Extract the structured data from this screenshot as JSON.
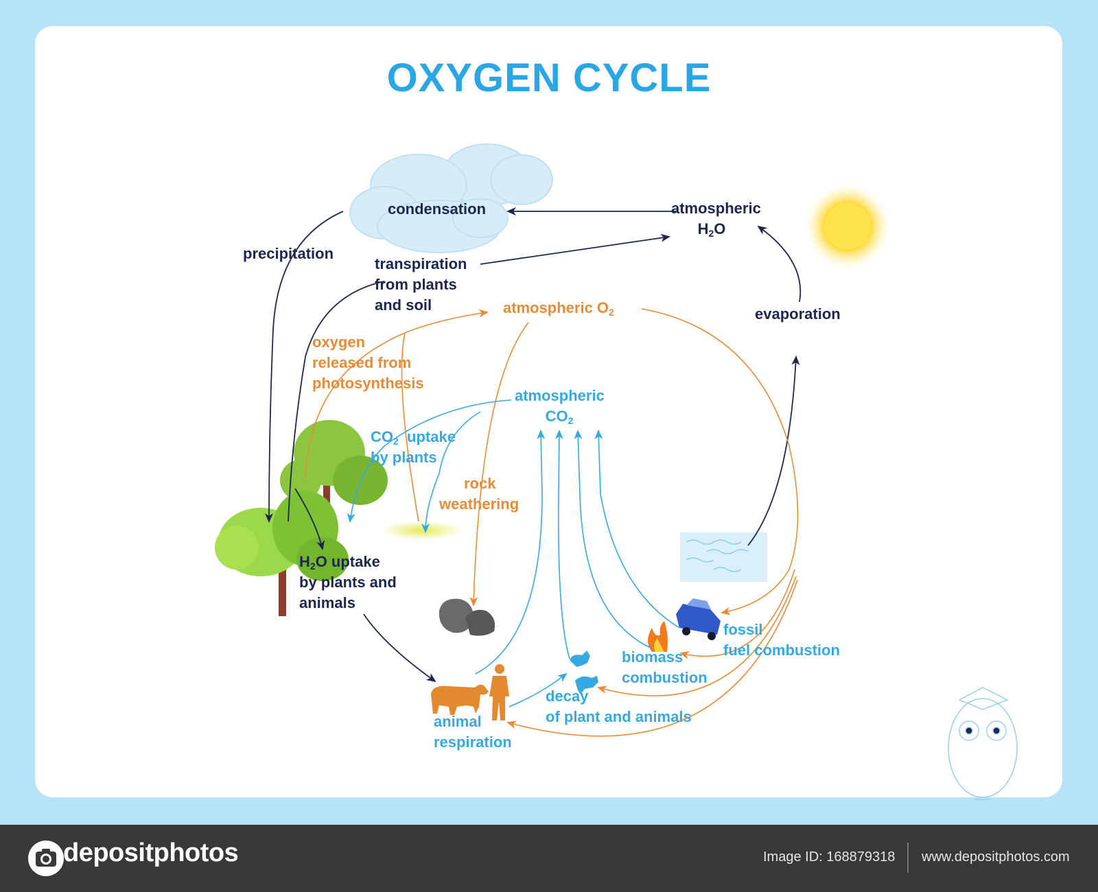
{
  "title": "OXYGEN CYCLE",
  "labels": {
    "condensation": "condensation",
    "atmospheric_h2o_line1": "atmospheric",
    "atmospheric_h2o_line2": "H",
    "precipitation": "precipitation",
    "transpiration": [
      "transpiration",
      "from plants",
      "and soil"
    ],
    "atmospheric_o2": "atmospheric O",
    "evaporation": "evaporation",
    "oxygen_released": [
      "oxygen",
      "released from",
      "photosynthesis"
    ],
    "atmospheric_co2_line1": "atmospheric",
    "atmospheric_co2_line2": "CO",
    "co2_uptake": [
      "CO",
      "uptake",
      "by plants"
    ],
    "rock_weathering": [
      "rock",
      "weathering"
    ],
    "h2o_uptake": [
      "H",
      "O uptake",
      "by plants and",
      "animals"
    ],
    "fossil_fuel": [
      "fossil",
      "fuel combustion"
    ],
    "biomass": [
      "biomass",
      "combustion"
    ],
    "decay": [
      "decay",
      "of plant and animals"
    ],
    "animal_respiration": [
      "animal",
      "respiration"
    ],
    "sub2": "2",
    "o_char": "O"
  },
  "footer": {
    "brand": "depositphotos",
    "image_id": "Image ID: 168879318",
    "site": "www.depositphotos.com"
  },
  "colors": {
    "navy": "#1d2650",
    "orange": "#e98a37",
    "blue": "#36a8e2",
    "title": "#2aa6e4",
    "background": "#b7e3f7"
  },
  "icons": [
    "cloud-icon",
    "sun-icon",
    "tree-icon",
    "water-icon",
    "rock-icon",
    "car-icon",
    "fire-icon",
    "bull-icon",
    "human-icon",
    "animal-silhouette-icon",
    "owl-icon",
    "camera-logo-icon"
  ]
}
